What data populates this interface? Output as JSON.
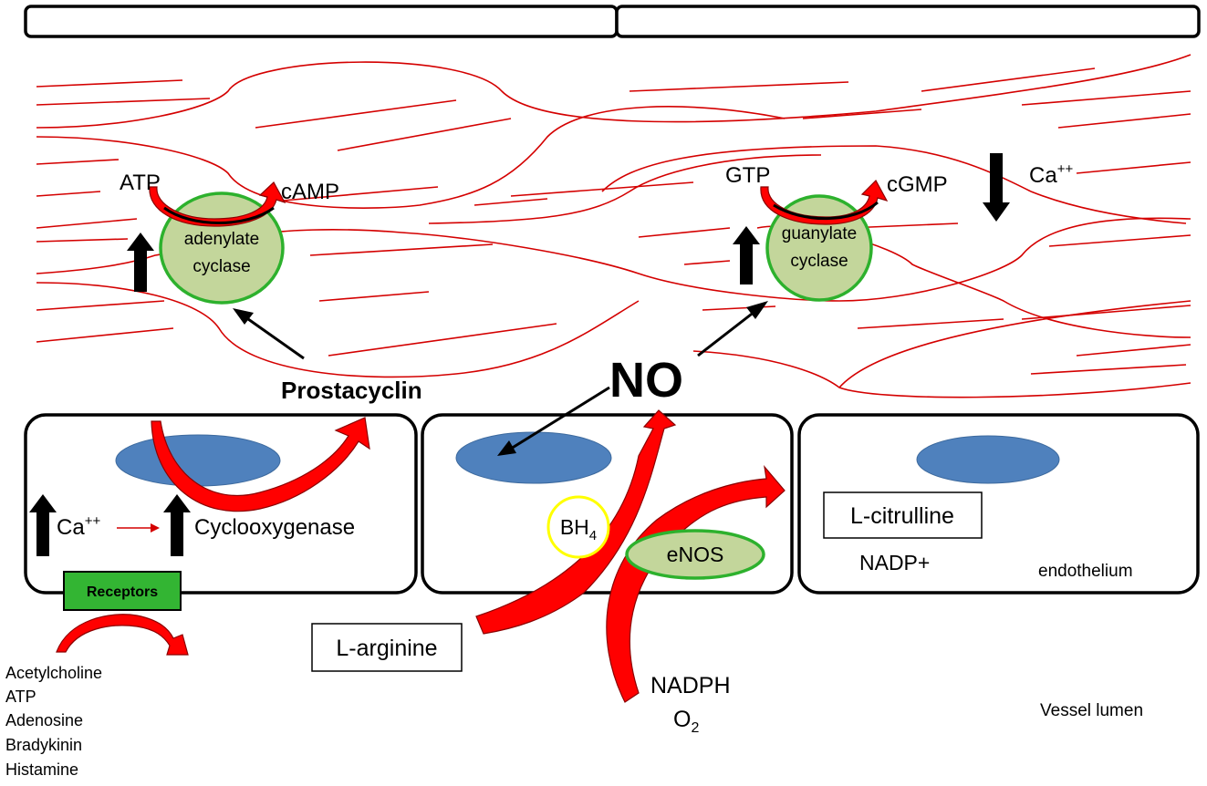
{
  "labels": {
    "atp_top": "ATP",
    "camp": "cAMP",
    "adenylate_line1": "adenylate",
    "adenylate_line2": "cyclase",
    "gtp": "GTP",
    "cgmp": "cGMP",
    "guanylate_line1": "guanylate",
    "guanylate_line2": "cyclase",
    "calcium_muscle": "Ca",
    "calcium_muscle_sup": "++",
    "prostacyclin": "Prostacyclin",
    "no": "NO",
    "calcium_cell": "Ca",
    "calcium_cell_sup": "++",
    "cyclooxygenase": "Cyclooxygenase",
    "bh4": "BH",
    "bh4_sub": "4",
    "enos": "eNOS",
    "l_citrulline": "L-citrulline",
    "nadp_plus": "NADP+",
    "endothelium": "endothelium",
    "receptors": "Receptors",
    "l_arginine": "L-arginine",
    "nadph": "NADPH",
    "o2": "O",
    "o2_sub": "2",
    "vessel_lumen": "Vessel lumen"
  },
  "agonists": [
    "Acetylcholine",
    "ATP",
    "Adenosine",
    "Bradykinin",
    "Histamine"
  ],
  "colors": {
    "muscle_line": "#d40000",
    "nucleus": "#4f81bd",
    "enzyme_fill": "#c3d69b",
    "enzyme_border": "#2db12d",
    "red_arrow": "#ff0000",
    "receptor_fill": "#33b533",
    "bh4_ring": "#ffff00"
  }
}
